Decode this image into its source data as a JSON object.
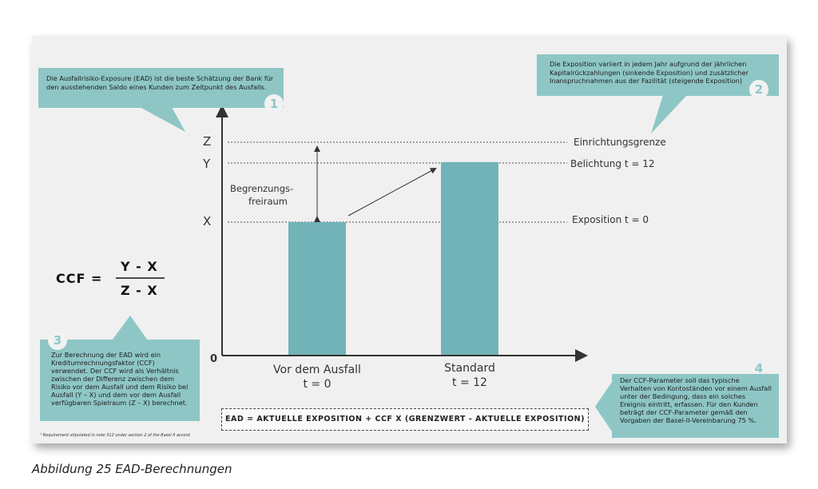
{
  "callouts": [
    {
      "number": "1",
      "text": "Die Ausfallrisiko-Exposure (EAD) ist die beste Schätzung der Bank für den ausstehenden Saldo eines Kunden zum Zeitpunkt des Ausfalls."
    },
    {
      "number": "2",
      "text": "Die Exposition variiert in jedem Jahr aufgrund der jährlichen Kapitalrückzahlungen (sinkende Exposition) und zusätzlicher Inanspruchnahmen aus der Fazilität (steigende Exposition)"
    },
    {
      "number": "3",
      "text": "Zur Berechnung der EAD wird ein Kreditumrechnungsfaktor (CCF) verwendet. Der CCF wird als Verhältnis zwischen der Differenz zwischen dem Risiko vor dem Ausfall und dem Risiko bei Ausfall (Y – X) und dem vor dem Ausfall verfügbaren Spielraum (Z – X) berechnet."
    },
    {
      "number": "4",
      "text": "Der CCF-Parameter soll das typische Verhalten von Kontoständen vor einem Ausfall unter der Bedingung, dass ein solches Ereignis eintritt, erfassen. Für den Kunden beträgt der CCF-Parameter gemäß den Vorgaben der Basel-II-Vereinbarung 75 %."
    }
  ],
  "footnote": "¹ Requirement stipulated in note 312 under section 2 of the Basel II accord",
  "diagram": {
    "axis_labels": {
      "z": "Z",
      "y": "Y",
      "x": "X",
      "zero": "0"
    },
    "line_labels": {
      "z": "Einrichtungsgrenze",
      "y": "Belichtung t = 12",
      "x": "Exposition t = 0"
    },
    "headroom_label_1": "Begrenzungs-",
    "headroom_label_2": "freiraum",
    "categories": [
      {
        "name": "Vor dem Ausfall",
        "time": "t = 0"
      },
      {
        "name": "Standard",
        "time": "t = 12"
      }
    ],
    "values": {
      "X": 1,
      "Y": 1.45,
      "Z": 1.6
    }
  },
  "formula": {
    "lhs": "CCF =",
    "numerator": "Y - X",
    "denominator": "Z - X"
  },
  "ead_formula": "EAD = AKTUELLE EXPOSITION + CCF X (GRENZWERT - AKTUELLE EXPOSITION)",
  "caption": "Abbildung 25 EAD-Berechnungen",
  "colors": {
    "callout": "#8ec6c6",
    "bar": "#72b3b8"
  }
}
